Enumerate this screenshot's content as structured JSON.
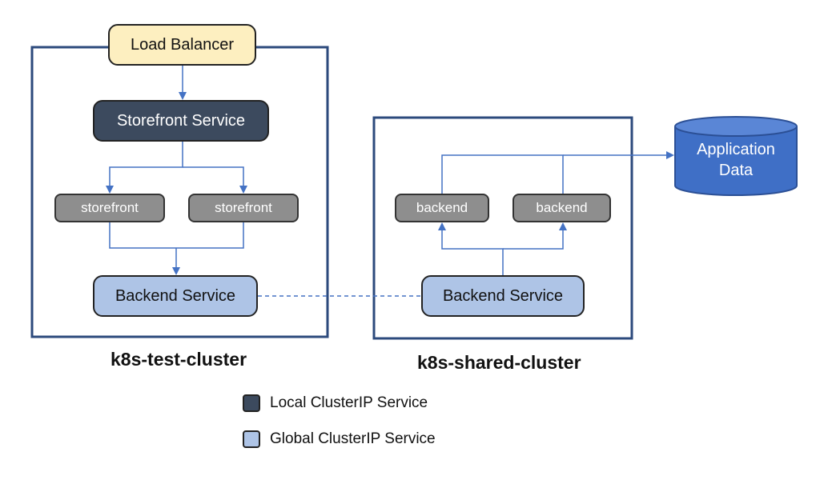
{
  "nodes": {
    "load_balancer": "Load Balancer",
    "storefront_service": "Storefront Service",
    "storefront_pods": [
      "storefront",
      "storefront"
    ],
    "backend_pods": [
      "backend",
      "backend"
    ],
    "backend_service_test": "Backend Service",
    "backend_service_shared": "Backend Service",
    "application_data": [
      "Application",
      "Data"
    ]
  },
  "clusters": {
    "test": "k8s-test-cluster",
    "shared": "k8s-shared-cluster"
  },
  "legend": [
    {
      "label": "Local ClusterIP Service",
      "color": "#3c4a5e"
    },
    {
      "label": "Global ClusterIP Service",
      "color": "#aec4e6"
    }
  ],
  "colors": {
    "cluster_border": "#2c4a7c",
    "arrow": "#4472c4",
    "database": "#3f6fc6",
    "load_balancer": "#fdefc0",
    "pod": "#8e8e8e"
  }
}
